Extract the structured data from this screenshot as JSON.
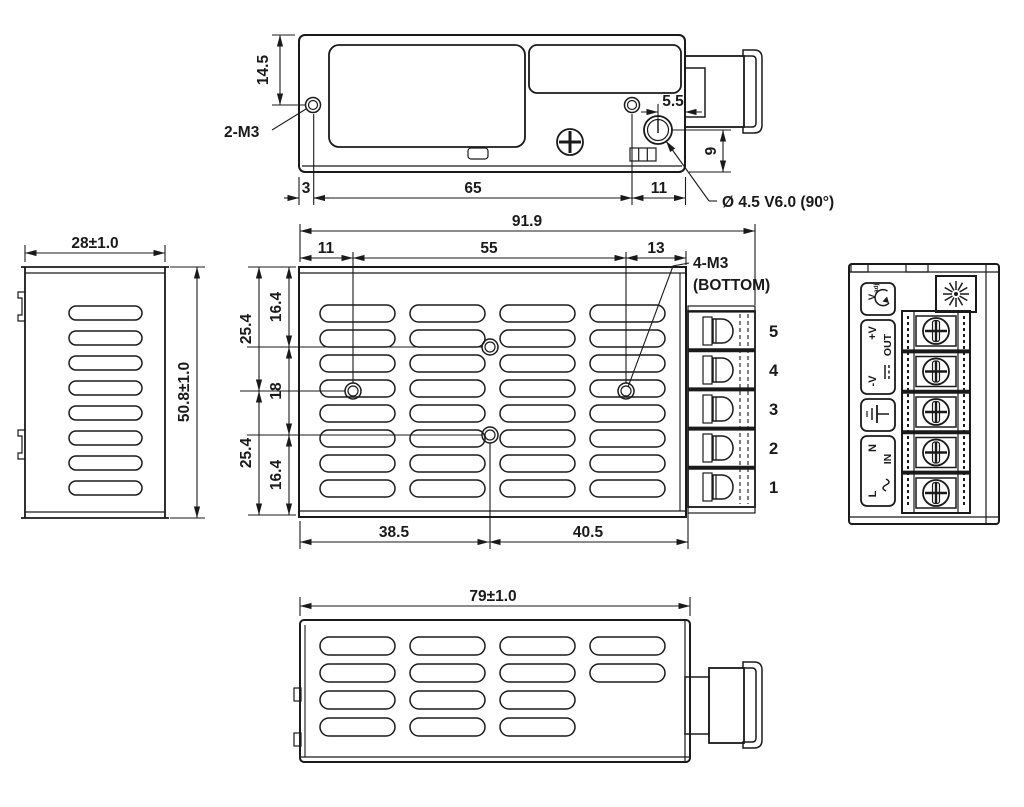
{
  "colors": {
    "line": "#1a1a1a",
    "background": "#ffffff"
  },
  "views": {
    "top": {
      "dims": {
        "hole_from_top": "14.5",
        "edge_to_hole": "3",
        "hole_span": "65",
        "hole_to_edge": "11",
        "pot_from_edge": "5.5",
        "pot_from_bottom": "9"
      },
      "labels": {
        "mounting_holes": "2-M3",
        "pot_hole": "Ø 4.5 V6.0 (90°)"
      }
    },
    "side": {
      "dims": {
        "depth": "28±1.0",
        "height": "50.8±1.0"
      }
    },
    "main": {
      "dims": {
        "overall_length": "91.9",
        "seg_left": "11",
        "seg_middle": "55",
        "seg_right": "13",
        "half_top": "25.4",
        "inner_top": "16.4",
        "inner_middle": "18",
        "inner_bottom": "16.4",
        "half_bottom": "25.4",
        "bottom_left": "38.5",
        "bottom_right": "40.5"
      },
      "labels": {
        "mounting_holes": "4-M3",
        "mounting_note": "(BOTTOM)"
      },
      "terminal_numbers": [
        "5",
        "4",
        "3",
        "2",
        "1"
      ]
    },
    "front": {
      "labels": {
        "vadj_v": "V",
        "vadj_sub": "adj",
        "out_plus": "+V",
        "out_minus": "-V",
        "out": "OUT",
        "in_neutral": "N",
        "in_live": "L",
        "in": "IN"
      }
    },
    "bottom": {
      "dims": {
        "length": "79±1.0"
      }
    }
  }
}
